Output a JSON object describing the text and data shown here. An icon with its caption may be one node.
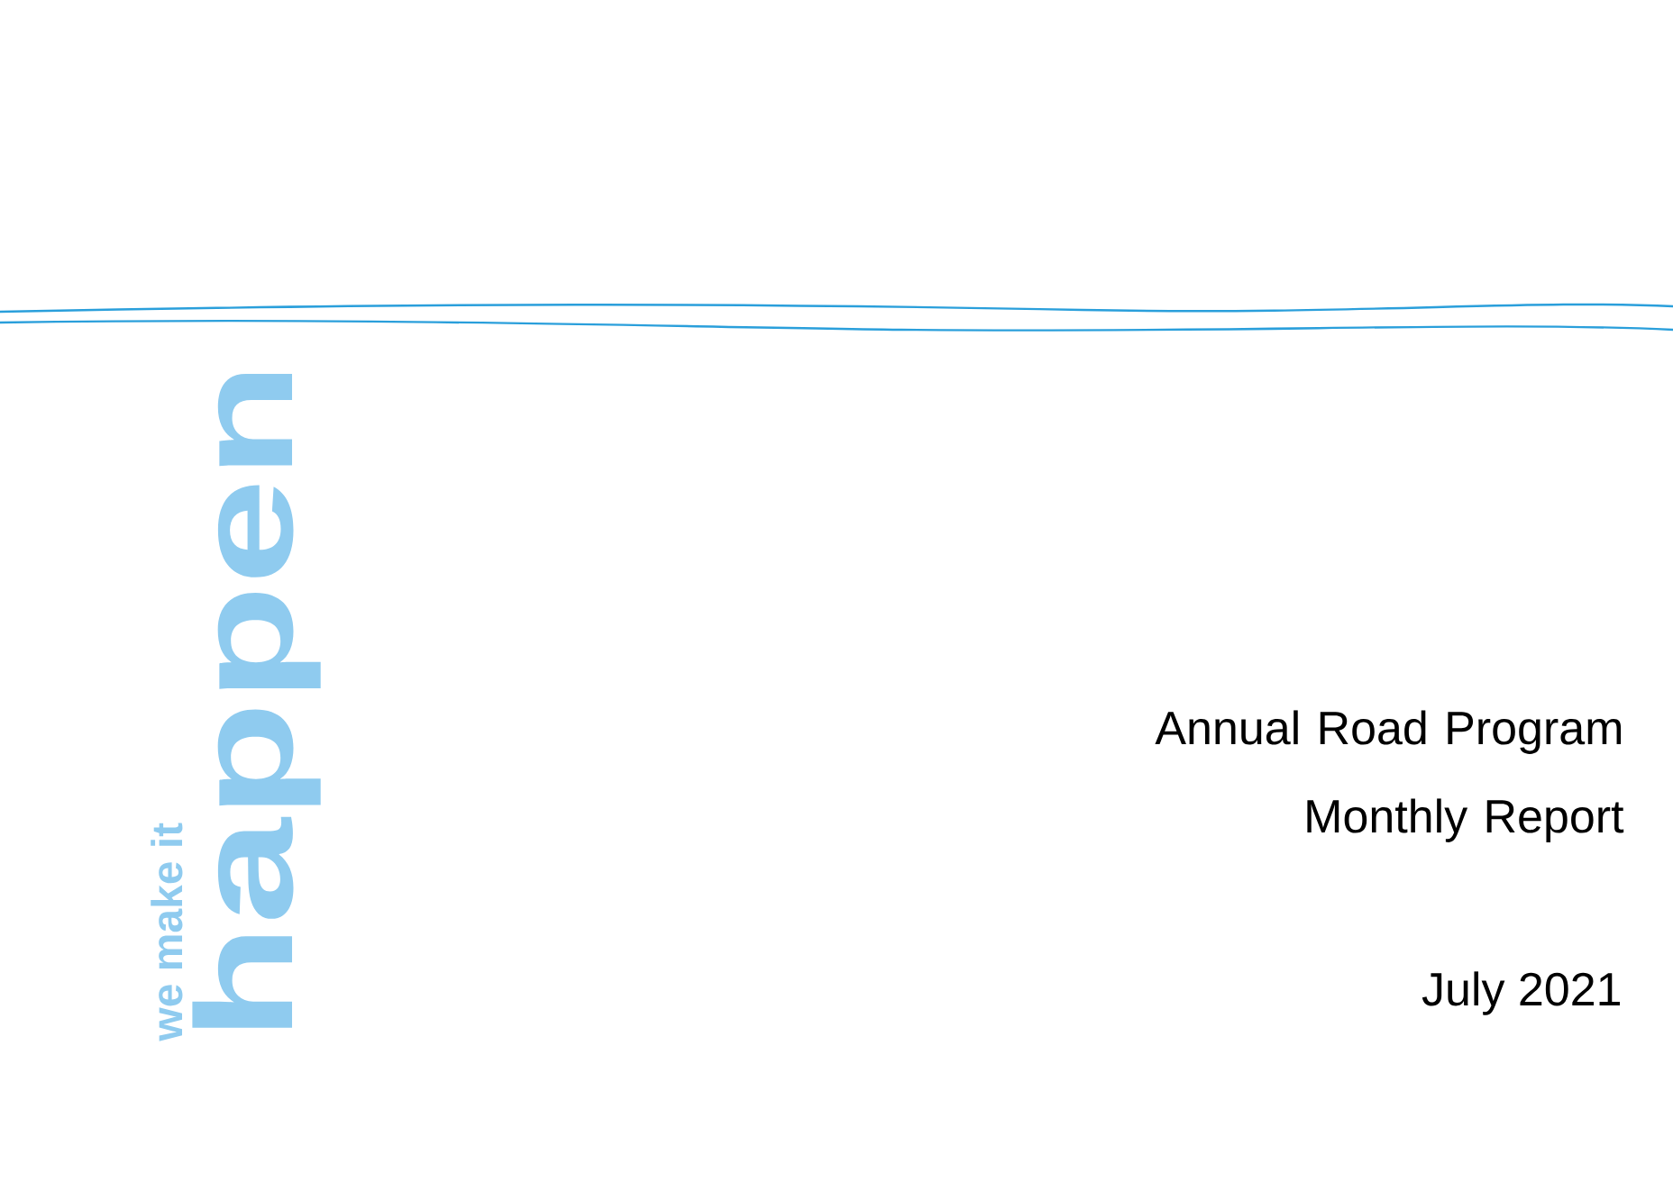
{
  "diagram": {
    "title": "Annual Road Program Monthly Report",
    "labels": [
      "we make it",
      "happen",
      "July 2021"
    ]
  }
}
